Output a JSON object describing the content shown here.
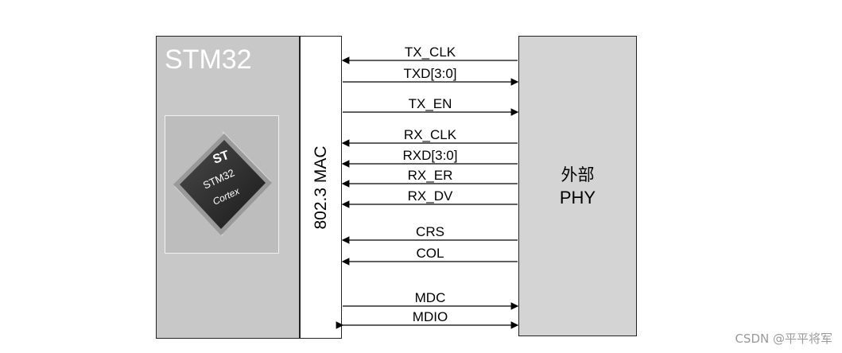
{
  "mcu": {
    "title": "STM32",
    "chip_logo": "ST",
    "chip_brand": "STM32",
    "chip_core": "Cortex"
  },
  "mac": {
    "label": "802.3 MAC"
  },
  "phy": {
    "line1": "外部",
    "line2": "PHY"
  },
  "signals": [
    {
      "name": "TX_CLK",
      "direction": "to-mac"
    },
    {
      "name": "TXD[3:0]",
      "direction": "to-phy"
    },
    {
      "name": "TX_EN",
      "direction": "to-phy"
    },
    {
      "name": "RX_CLK",
      "direction": "to-mac"
    },
    {
      "name": "RXD[3:0]",
      "direction": "to-mac"
    },
    {
      "name": "RX_ER",
      "direction": "to-mac"
    },
    {
      "name": "RX_DV",
      "direction": "to-mac"
    },
    {
      "name": "CRS",
      "direction": "to-mac"
    },
    {
      "name": "COL",
      "direction": "to-mac"
    },
    {
      "name": "MDC",
      "direction": "to-phy"
    },
    {
      "name": "MDIO",
      "direction": "both"
    }
  ],
  "watermark": "CSDN @平平将军"
}
